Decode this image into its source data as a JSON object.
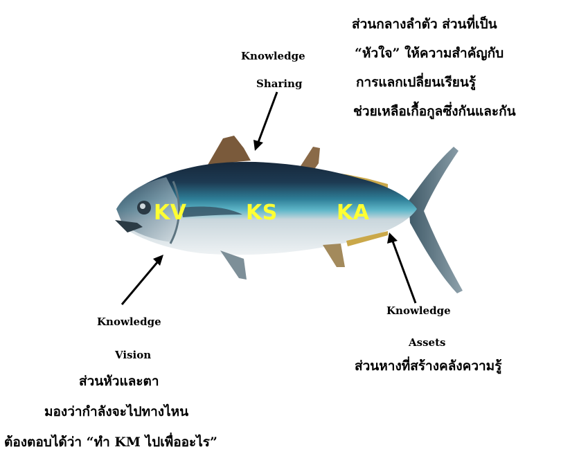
{
  "sharing": {
    "title_line1": "Knowledge",
    "title_line2": "Sharing",
    "desc": [
      "ส่วนกลางลำตัว ส่วนที่เป็น",
      "“หัวใจ” ให้ความสำคัญกับ",
      "การแลกเปลี่ยนเรียนรู้",
      "ช่วยเหลือเกื้อกูลซึ่งกันและกัน"
    ]
  },
  "vision": {
    "title_line1": "Knowledge",
    "title_line2": "Vision",
    "desc": [
      "ส่วนหัวและตา",
      "มองว่ากำลังจะไปทางไหน",
      "ต้องตอบได้ว่า “ทำ KM ไปเพื่ออะไร”"
    ]
  },
  "assets": {
    "title_line1": "Knowledge",
    "title_line2": "Assets",
    "desc": [
      "ส่วนหางที่สร้างคลังความรู้"
    ]
  },
  "fish_labels": {
    "head": "KV",
    "body": "KS",
    "tail": "KA"
  },
  "colors": {
    "label_yellow": "#ffff33",
    "fish_back": "#1d3a52",
    "fish_mid": "#3aa2b8",
    "fish_belly": "#e6ecef"
  }
}
